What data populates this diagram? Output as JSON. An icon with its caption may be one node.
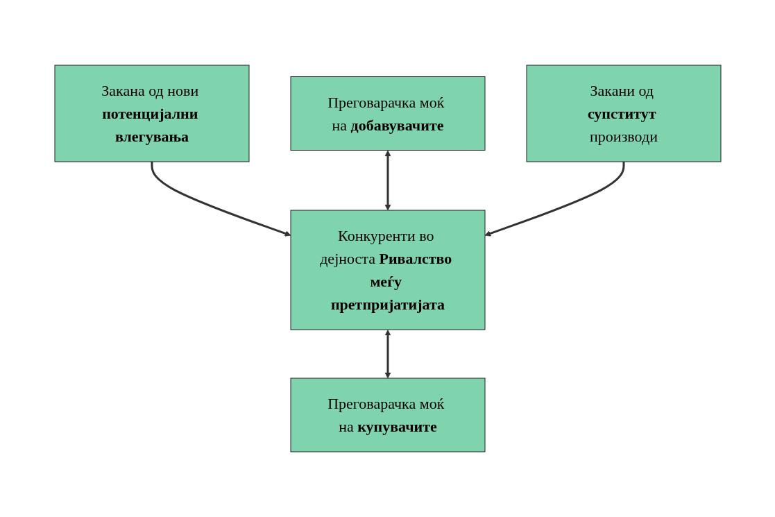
{
  "diagram": {
    "nodes": [
      {
        "text": [
          "Закана од нови **потенцијални влегувања**"
        ]
      },
      {
        "text": [
          "Преговарачка моќ на **добавувачите**"
        ]
      },
      {
        "text": [
          "Конкуренти во дејноста **Ривалство меѓу претпријатијата**"
        ]
      },
      {
        "text": [
          "Преговарачка моќ на **купувачите**"
        ]
      },
      {
        "text": [
          "Закани од **супститут** производи"
        ]
      }
    ],
    "edges": [
      {
        "from": 0,
        "to": 2,
        "arrow": "to"
      },
      {
        "from": 1,
        "to": 2,
        "arrow": "both"
      },
      {
        "from": 2,
        "to": 3,
        "arrow": "both"
      },
      {
        "from": 4,
        "to": 2,
        "arrow": "to"
      }
    ]
  }
}
